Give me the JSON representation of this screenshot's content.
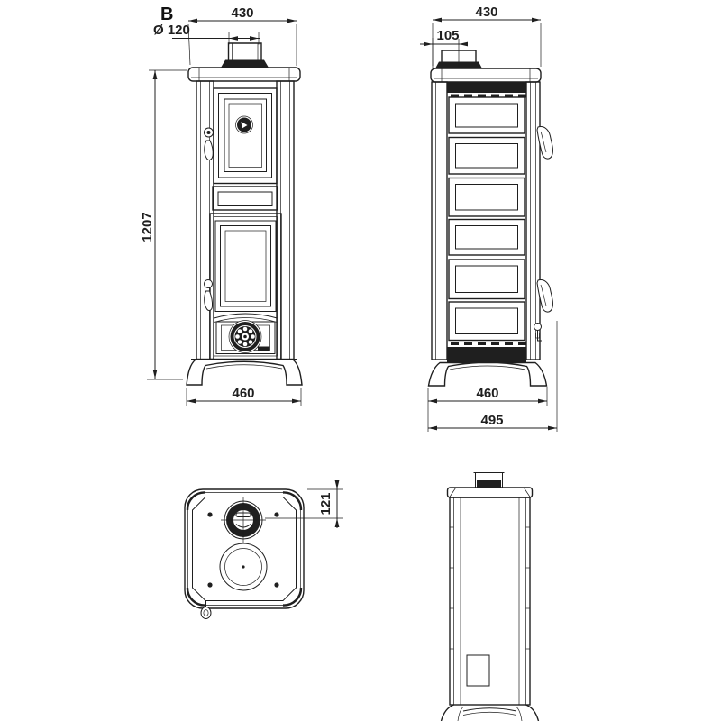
{
  "drawing": {
    "label": "B",
    "views": {
      "front": {
        "title": "front-view",
        "dim_top_width": "430",
        "dim_flue_diameter": "Ø 120",
        "dim_height": "1207",
        "dim_base_width": "460"
      },
      "side": {
        "title": "side-view",
        "dim_top_depth": "430",
        "dim_flue_offset": "105",
        "dim_base_depth": "460",
        "dim_overall_depth": "495"
      },
      "top": {
        "title": "top-view",
        "dim_flue_center_offset": "121"
      },
      "rear": {
        "title": "rear-view"
      }
    },
    "colors": {
      "line": "#1f1f1f",
      "fill_dark": "#1f1f1f",
      "red_guide": "#cc7a7a",
      "background": "#ffffff"
    }
  }
}
